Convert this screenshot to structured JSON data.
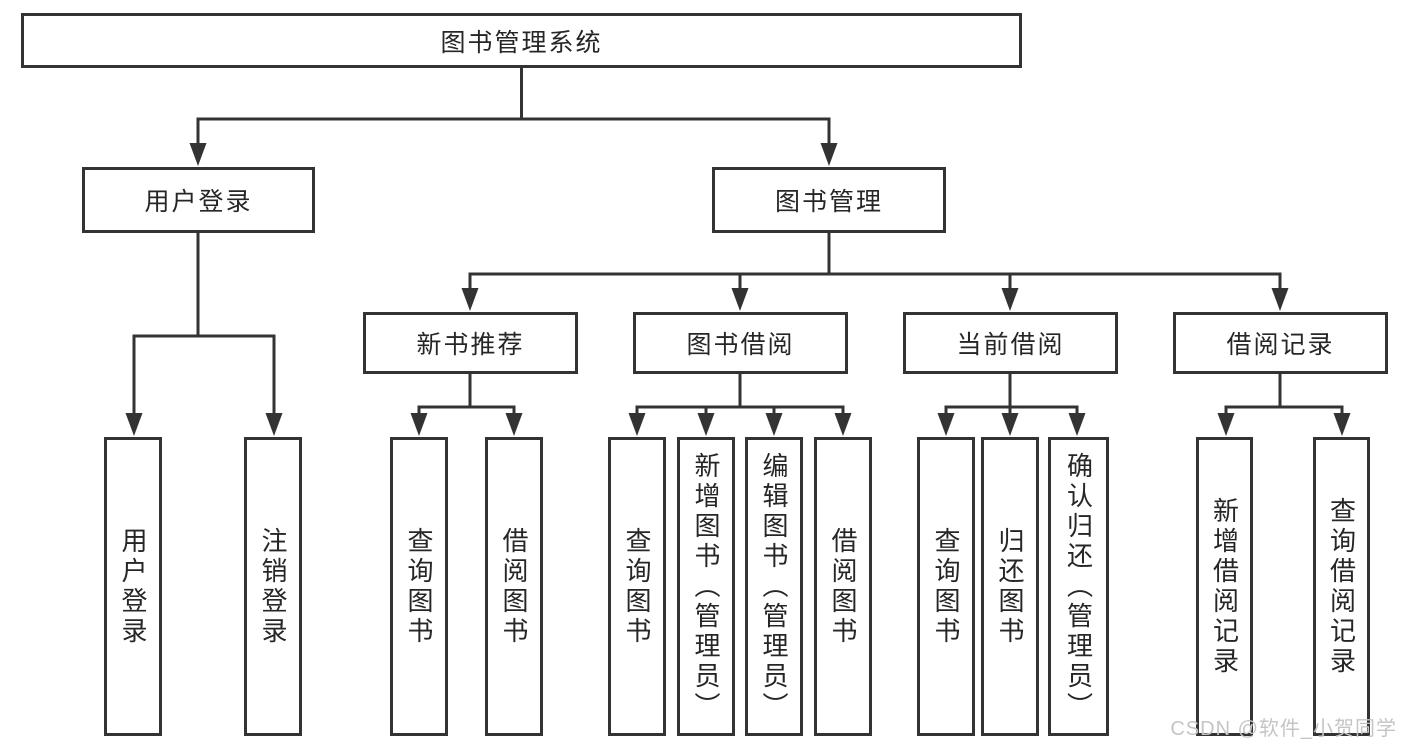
{
  "tree": {
    "root": {
      "label": "图书管理系统"
    },
    "level2": [
      {
        "label": "用户登录"
      },
      {
        "label": "图书管理"
      }
    ],
    "level3": [
      {
        "label": "新书推荐"
      },
      {
        "label": "图书借阅"
      },
      {
        "label": "当前借阅"
      },
      {
        "label": "借阅记录"
      }
    ],
    "leaves": {
      "user_login": [
        "用户登录",
        "注销登录"
      ],
      "new_book": [
        "查询图书",
        "借阅图书"
      ],
      "book_borrow": [
        "查询图书",
        "新增图书（管理员）",
        "编辑图书（管理员）",
        "借阅图书"
      ],
      "current_borrow": [
        "查询图书",
        "归还图书",
        "确认归还（管理员）"
      ],
      "borrow_records": [
        "新增借阅记录",
        "查询借阅记录"
      ]
    }
  },
  "watermark": {
    "text": "CSDN @软件_小贺同学"
  },
  "colors": {
    "line": "#333333",
    "border": "#333333",
    "text": "#262626",
    "watermark": "#c5c5c5",
    "background": "#ffffff"
  }
}
